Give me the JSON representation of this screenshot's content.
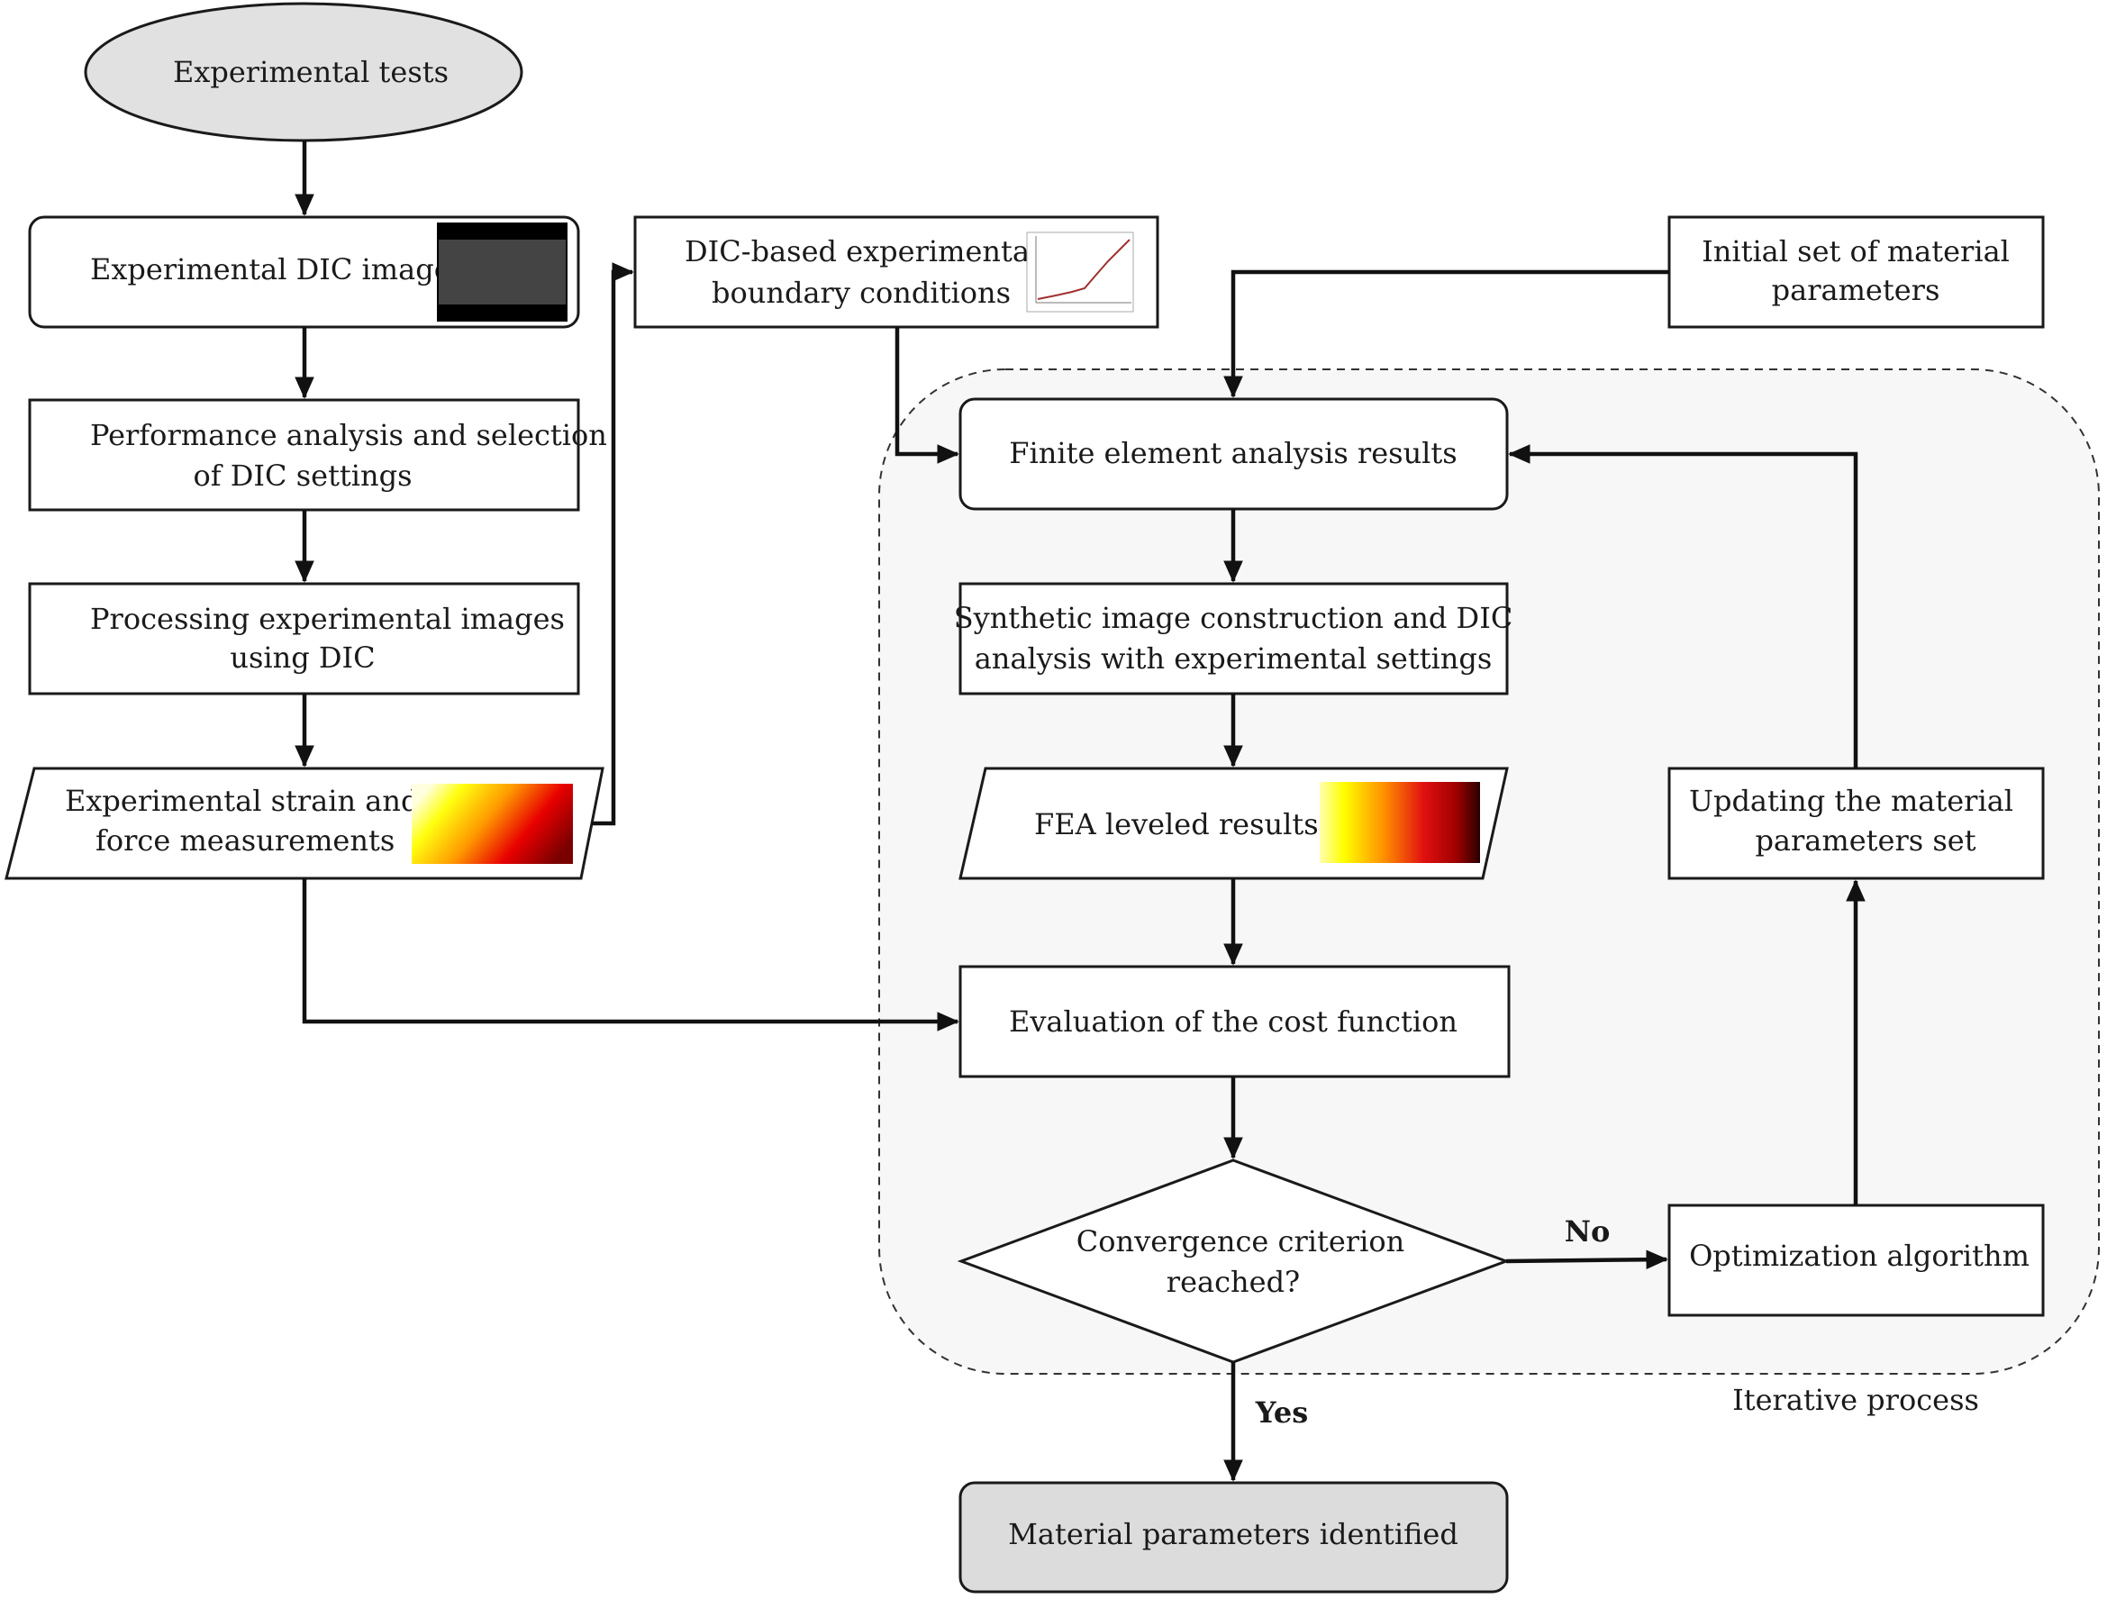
{
  "nodes": {
    "experimental_tests": "Experimental tests",
    "dic_images": "Experimental DIC images",
    "performance_line1": "Performance analysis and selection",
    "performance_line2": "of DIC settings",
    "processing_line1": "Processing experimental images",
    "processing_line2": "using DIC",
    "strain_line1": "Experimental strain and",
    "strain_line2": "force measurements",
    "boundary_line1": "DIC-based experimental",
    "boundary_line2": "boundary conditions",
    "initial_line1": "Initial set of material",
    "initial_line2": "parameters",
    "fea_results": "Finite element analysis results",
    "synthetic_line1": "Synthetic image construction and DIC",
    "synthetic_line2": "analysis with experimental settings",
    "fea_leveled": "FEA leveled results",
    "cost_function": "Evaluation of the cost function",
    "convergence_line1": "Convergence criterion",
    "convergence_line2": "reached?",
    "optimization": "Optimization algorithm",
    "updating_line1": "Updating the material",
    "updating_line2": "parameters set",
    "identified": "Material parameters identified"
  },
  "edge_labels": {
    "no": "No",
    "yes": "Yes"
  },
  "region_label": "Iterative process",
  "colors": {
    "stroke": "#1a1a1a",
    "start_fill": "#e1e1e1",
    "end_fill": "#dcdcdc",
    "region_fill": "#f7f7f7",
    "heatmap": [
      "#ffffd0",
      "#ffff00",
      "#ff8000",
      "#e00000",
      "#800000",
      "#300000"
    ]
  }
}
